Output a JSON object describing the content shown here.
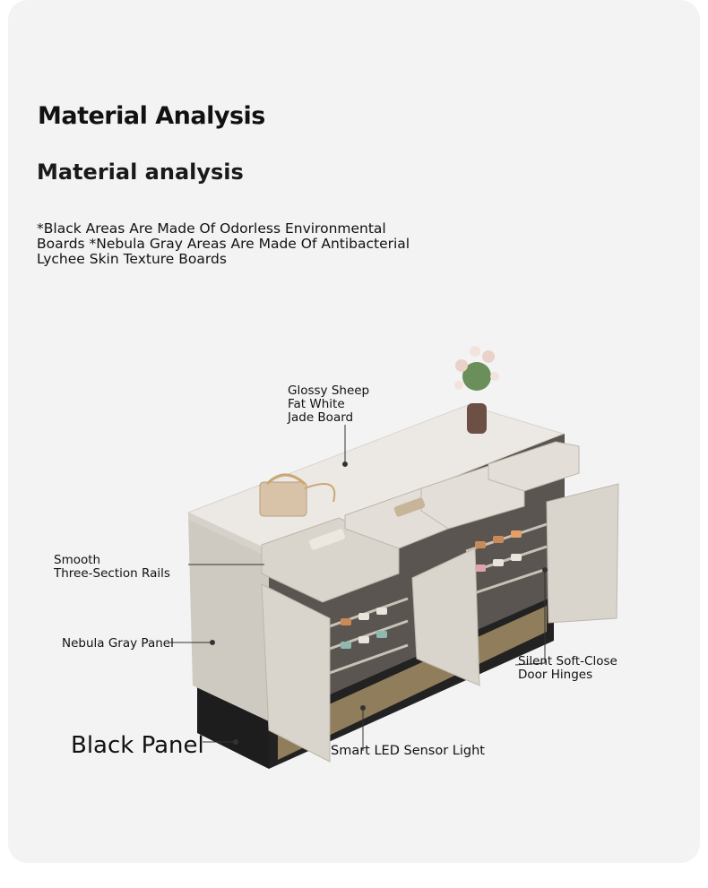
{
  "heading": "Material Analysis",
  "subheading": "Material analysis",
  "note": "*Black Areas Are Made Of Odorless Environmental Boards *Nebula Gray Areas Are Made Of Antibacterial Lychee Skin Texture Boards",
  "callouts": {
    "top_board": "Glossy Sheep\nFat White\nJade Board",
    "rails": "Smooth\nThree-Section Rails",
    "side_panel": "Nebula Gray Panel",
    "hinges": "Silent Soft-Close\nDoor Hinges",
    "led": "Smart LED Sensor Light",
    "base": "Black Panel"
  },
  "colors": {
    "card_bg": "#f3f3f3",
    "cabinet_gray": "#d9d4cc",
    "top_white": "#ece9e4",
    "base_black": "#1d1d1d",
    "led_glow": "#f3d9a0"
  }
}
